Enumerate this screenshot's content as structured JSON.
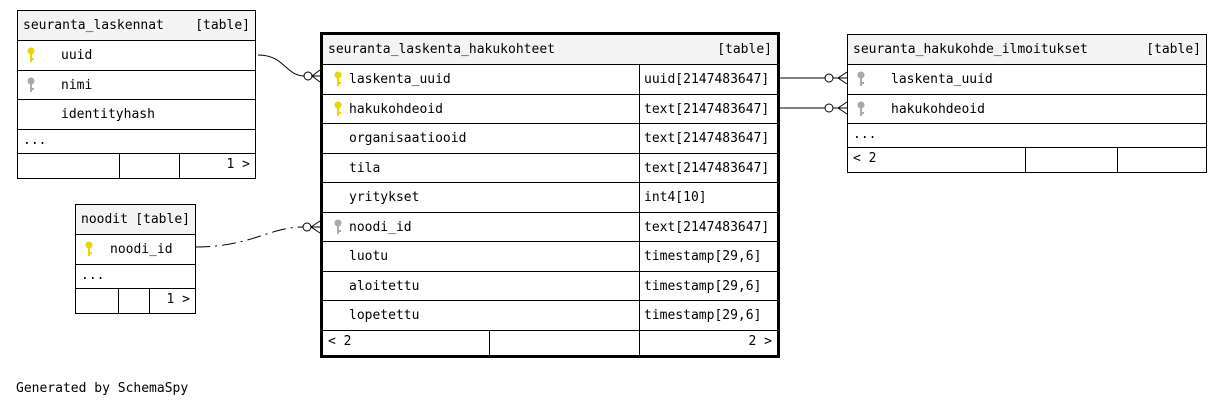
{
  "tables": {
    "seuranta_laskennat": {
      "title": "seuranta_laskennat",
      "tag": "[table]",
      "columns": [
        {
          "name": "uuid",
          "key": "primary"
        },
        {
          "name": "nimi",
          "key": "foreign"
        },
        {
          "name": "identityhash",
          "key": "none"
        }
      ],
      "more": "...",
      "footer_right": "1 >"
    },
    "noodit": {
      "title": "noodit",
      "tag": "[table]",
      "columns": [
        {
          "name": "noodi_id",
          "key": "primary"
        }
      ],
      "more": "...",
      "footer_right": "1 >"
    },
    "seuranta_laskenta_hakukohteet": {
      "title": "seuranta_laskenta_hakukohteet",
      "tag": "[table]",
      "columns": [
        {
          "name": "laskenta_uuid",
          "type": "uuid[2147483647]",
          "key": "primary"
        },
        {
          "name": "hakukohdeoid",
          "type": "text[2147483647]",
          "key": "primary"
        },
        {
          "name": "organisaatiooid",
          "type": "text[2147483647]",
          "key": "none"
        },
        {
          "name": "tila",
          "type": "text[2147483647]",
          "key": "none"
        },
        {
          "name": "yritykset",
          "type": "int4[10]",
          "key": "none"
        },
        {
          "name": "noodi_id",
          "type": "text[2147483647]",
          "key": "foreign"
        },
        {
          "name": "luotu",
          "type": "timestamp[29,6]",
          "key": "none"
        },
        {
          "name": "aloitettu",
          "type": "timestamp[29,6]",
          "key": "none"
        },
        {
          "name": "lopetettu",
          "type": "timestamp[29,6]",
          "key": "none"
        }
      ],
      "footer_left": "< 2",
      "footer_right": "2 >"
    },
    "seuranta_hakukohde_ilmoitukset": {
      "title": "seuranta_hakukohde_ilmoitukset",
      "tag": "[table]",
      "columns": [
        {
          "name": "laskenta_uuid",
          "key": "foreign"
        },
        {
          "name": "hakukohdeoid",
          "key": "foreign"
        }
      ],
      "more": "...",
      "footer_left": "< 2"
    }
  },
  "colors": {
    "primary_key": "#e8d800",
    "foreign_key": "#aaaaaa",
    "header_bg": "#f4f4f4"
  },
  "footer": "Generated by SchemaSpy"
}
